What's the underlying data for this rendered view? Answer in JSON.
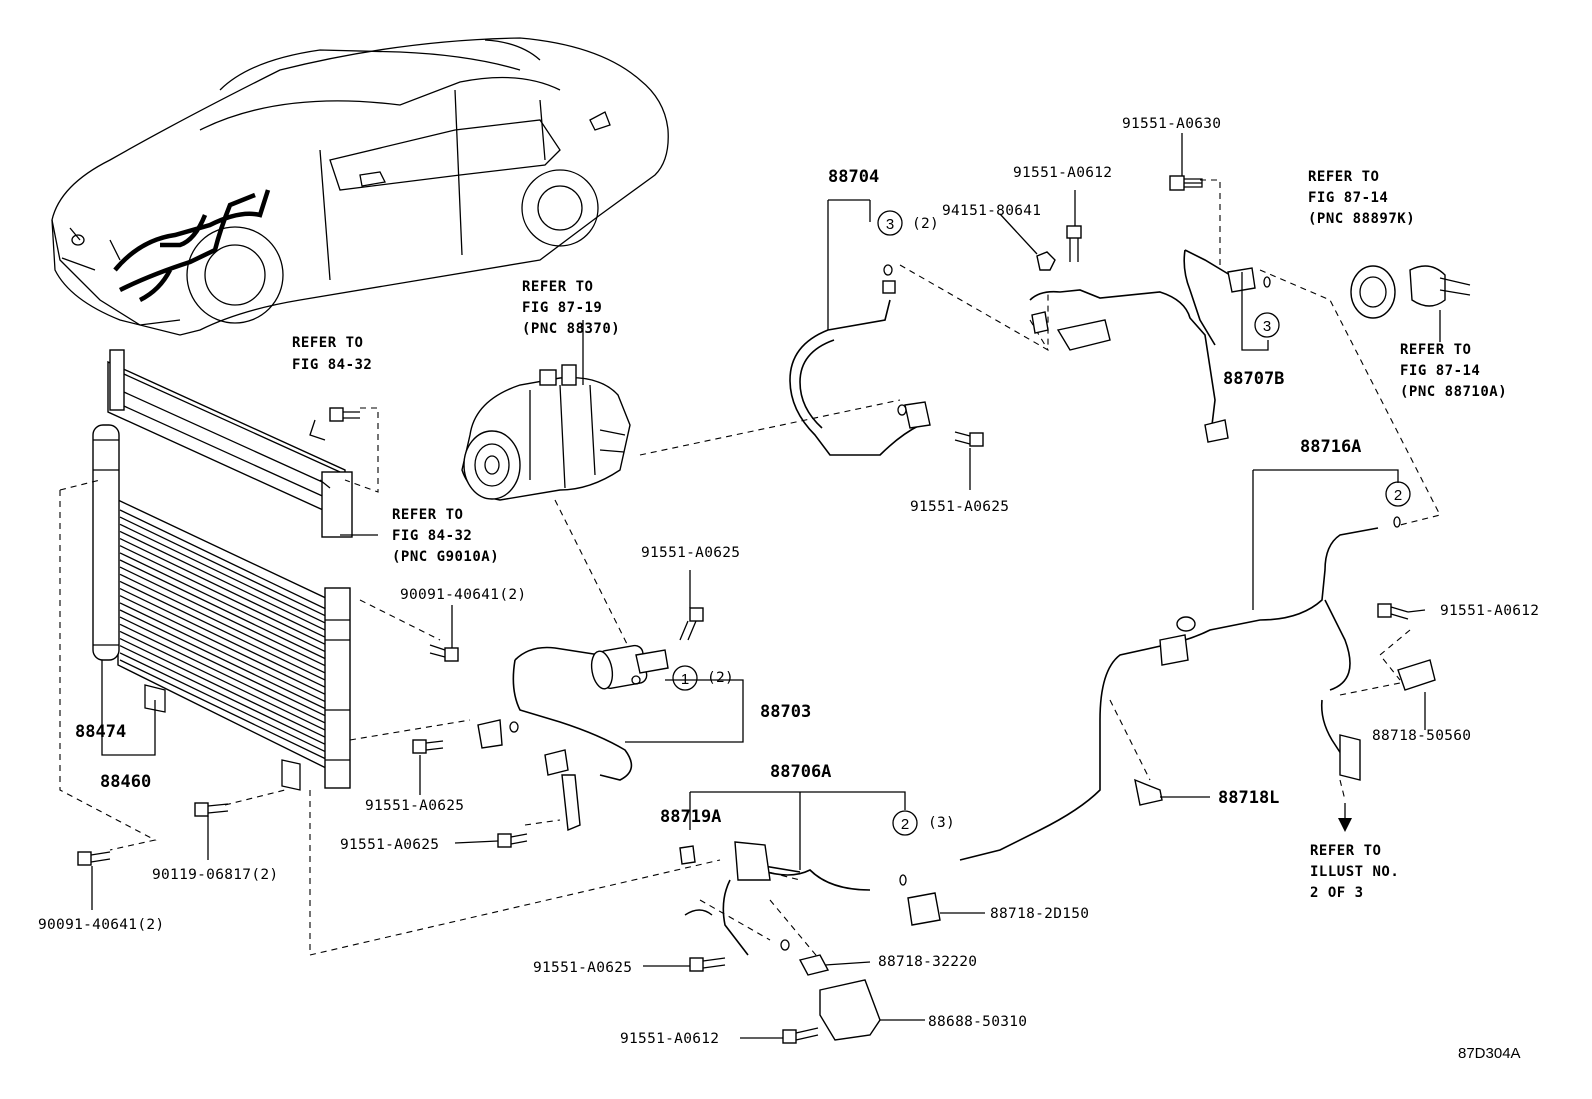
{
  "diagram_id": "87D304A",
  "labels": {
    "p88704": "88704",
    "p88703": "88703",
    "p88706a": "88706A",
    "p88716a": "88716A",
    "p88707b": "88707B",
    "p88719a": "88719A",
    "p88718l": "88718L",
    "p88474": "88474",
    "p88460": "88460",
    "b91551_a0630": "91551-A0630",
    "b91551_a0612_top": "91551-A0612",
    "b94151_80641": "94151-80641",
    "b91551_a0625_mid": "91551-A0625",
    "b91551_a0625_rd": "91551-A0625",
    "b91551_a0625_low": "91551-A0625",
    "b91551_a0625_bot": "91551-A0625",
    "b91551_a0625_bottom": "91551-A0625",
    "b91551_a0612_right": "91551-A0612",
    "b91551_a0612_bottom": "91551-A0612",
    "b90091_40641_a": "90091-40641(2)",
    "b90091_40641_b": "90091-40641(2)",
    "b90119_06817": "90119-06817(2)",
    "p88718_50560": "88718-50560",
    "p88718_2d150": "88718-2D150",
    "p88718_32220": "88718-32220",
    "p88688_50310": "88688-50310"
  },
  "refs": {
    "fig84_32a": [
      "REFER TO",
      "FIG 84-32"
    ],
    "fig84_32b": [
      "REFER TO",
      "FIG 84-32",
      "(PNC G9010A)"
    ],
    "fig87_19": [
      "REFER TO",
      "FIG 87-19",
      "(PNC 88370)"
    ],
    "fig87_14a": [
      "REFER TO",
      "FIG 87-14",
      "(PNC 88897K)"
    ],
    "fig87_14b": [
      "REFER TO",
      "FIG 87-14",
      "(PNC 88710A)"
    ],
    "illust": [
      "REFER TO",
      "ILLUST NO.",
      "2 OF 3"
    ]
  },
  "callouts": {
    "c1": {
      "num": "1",
      "qty": "(2)"
    },
    "c2a": {
      "num": "2",
      "qty": ""
    },
    "c2b": {
      "num": "2",
      "qty": "(3)"
    },
    "c3a": {
      "num": "3",
      "qty": "(2)"
    },
    "c3b": {
      "num": "3",
      "qty": ""
    }
  }
}
